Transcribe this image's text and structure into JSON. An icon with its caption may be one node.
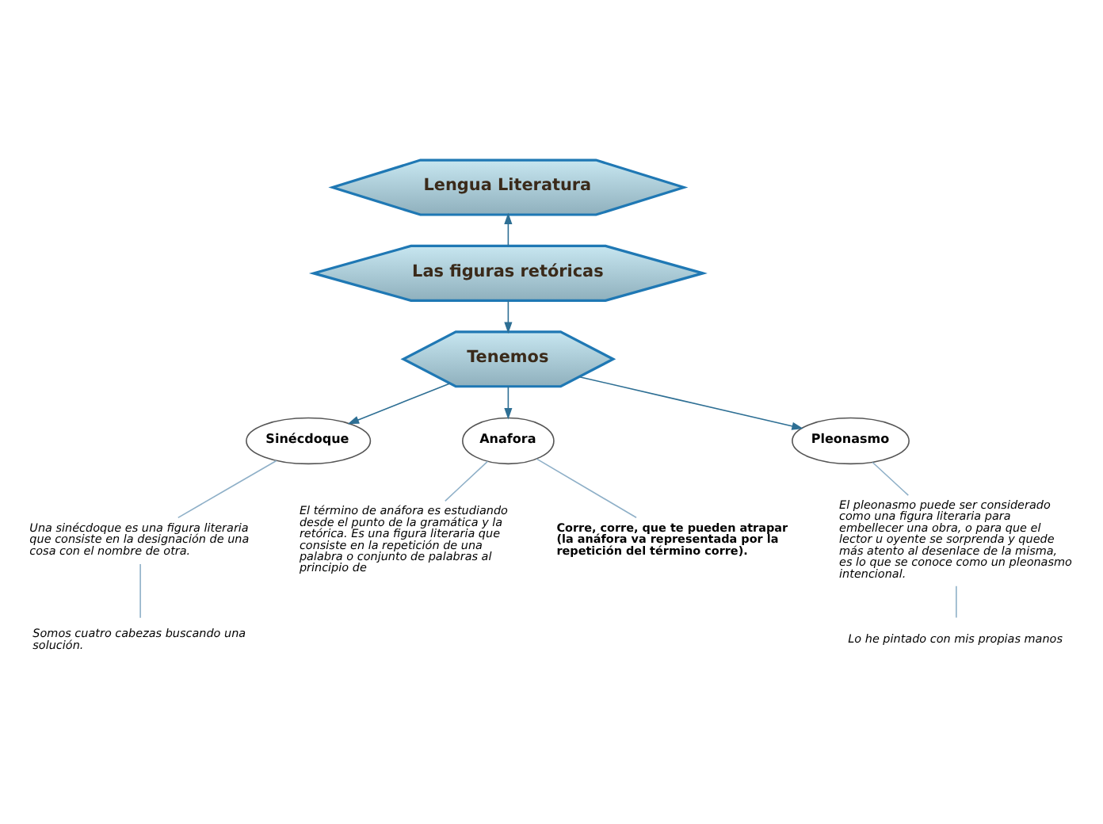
{
  "diagram": {
    "nodes": [
      {
        "text": [
          "Lengua Literatura"
        ]
      },
      {
        "text": [
          "Las figuras retóricas"
        ]
      },
      {
        "text": [
          "Tenemos"
        ]
      },
      {
        "text": [
          "Sinécdoque"
        ]
      },
      {
        "text": [
          "Una sinécdoque es una figura literaria que consiste en la designación de una cosa con el nombre de otra."
        ]
      },
      {
        "text": [
          "Somos cuatro cabezas buscando una solución."
        ]
      },
      {
        "text": [
          "Anafora"
        ]
      },
      {
        "text": [
          "El término de anáfora es estudiando desde el punto de la gramática y la retórica. Es una figura literaria que consiste en la repetición de una palabra o conjunto de palabras al principio de"
        ]
      },
      {
        "text": [
          "Corre, corre, que te pueden atrapar (la anáfora va representada por la repetición del término corre)."
        ]
      },
      {
        "text": [
          "Pleonasmo"
        ]
      },
      {
        "text": [
          "El pleonasmo puede ser considerado como una figura literaria para embellecer una obra, o para que el lector u oyente se sorprenda y quede más atento al desenlace de la misma, es lo que se conoce como un pleonasmo intencional."
        ]
      },
      {
        "text": [
          "Lo he pintado con mis propias manos"
        ]
      }
    ],
    "edges": [
      {
        "from": 1,
        "to": 0,
        "arrow": "to",
        "color": "#2e6f94"
      },
      {
        "from": 1,
        "to": 2,
        "arrow": "to",
        "color": "#2e6f94"
      },
      {
        "from": 2,
        "to": 3,
        "arrow": "to",
        "color": "#2e6f94"
      },
      {
        "from": 2,
        "to": 6,
        "arrow": "to",
        "color": "#2e6f94"
      },
      {
        "from": 2,
        "to": 9,
        "arrow": "to",
        "color": "#2e6f94"
      },
      {
        "from": 3,
        "to": 4,
        "arrow": "none"
      },
      {
        "from": 4,
        "to": 5,
        "arrow": "none"
      },
      {
        "from": 6,
        "to": 7,
        "arrow": "none"
      },
      {
        "from": 6,
        "to": 8,
        "arrow": "none"
      },
      {
        "from": 9,
        "to": 10,
        "arrow": "none"
      },
      {
        "from": 10,
        "to": 11,
        "arrow": "none"
      }
    ]
  }
}
